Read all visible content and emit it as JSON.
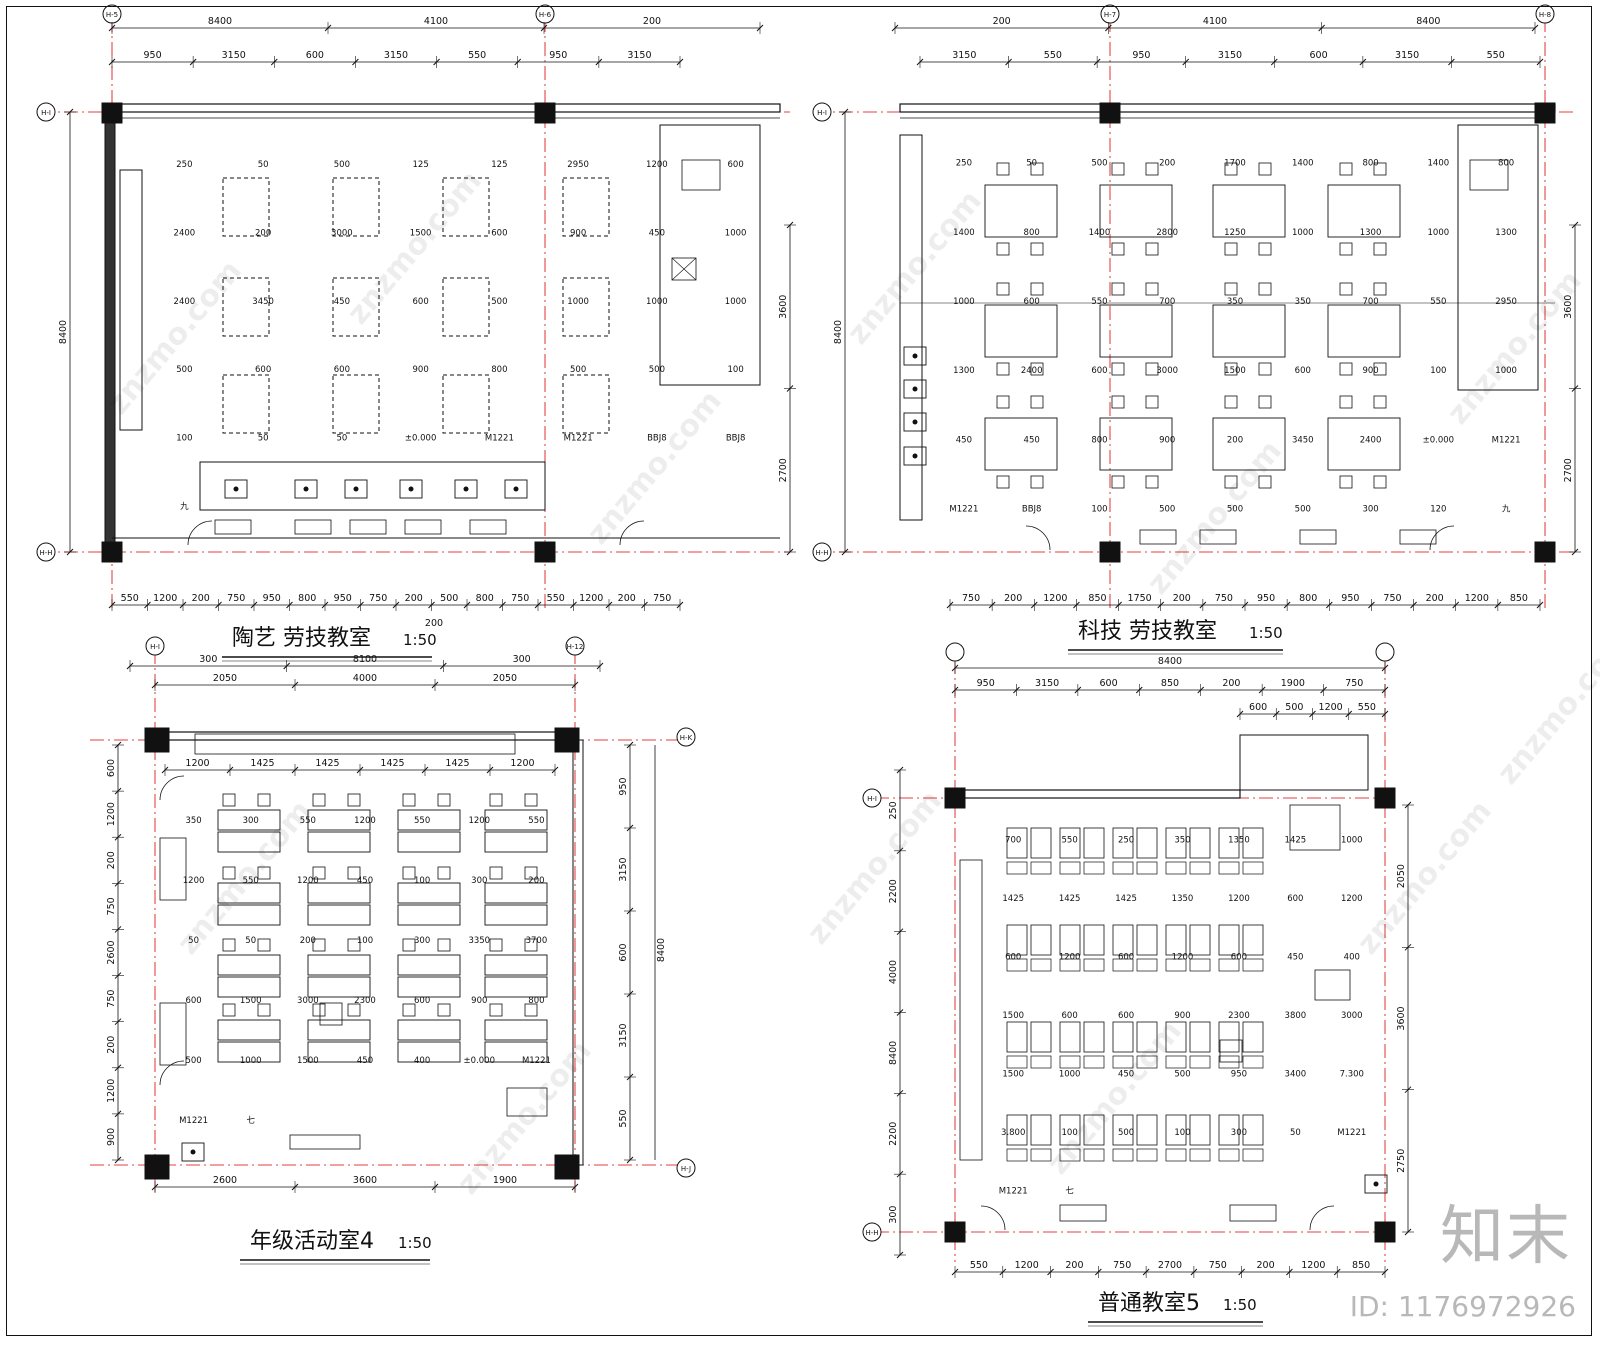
{
  "watermark_text": "znzmo.com",
  "brand_mark": "知末",
  "image_id": "ID: 1176972926",
  "plans": [
    {
      "key": "p1",
      "title": "陶艺 劳技教室",
      "scale": "1:50",
      "axes": [
        "H-5",
        "H-6",
        "H-I",
        "H-H"
      ],
      "dims_top1": [
        "8400",
        "4100",
        "200"
      ],
      "dims_top2": [
        "950",
        "3150",
        "600",
        "3150",
        "550",
        "950",
        "3150"
      ],
      "dims_bottom": [
        "550",
        "1200",
        "200",
        "750",
        "950",
        "800",
        "950",
        "750",
        "200",
        "500",
        "800",
        "750",
        "550",
        "1200",
        "200",
        "750"
      ],
      "dims_bottom_extra": [
        "200"
      ],
      "dims_left": [
        "8400"
      ],
      "dims_right": [
        "3600",
        "2700"
      ],
      "misc_labels": [
        "250",
        "50",
        "500",
        "125",
        "125",
        "2950",
        "1200",
        "600",
        "2400",
        "200",
        "3000",
        "1500",
        "600",
        "900",
        "450",
        "1000",
        "2400",
        "3450",
        "450",
        "600",
        "500",
        "1000",
        "1000",
        "1000",
        "500",
        "600",
        "600",
        "900",
        "800",
        "500",
        "500",
        "100",
        "100",
        "50",
        "50",
        "±0.000",
        "M1221",
        "M1221",
        "BBJ8",
        "BBJ8",
        "九"
      ]
    },
    {
      "key": "p2",
      "title": "科技 劳技教室",
      "scale": "1:50",
      "axes": [
        "H-7",
        "H-8",
        "H-I",
        "H-H"
      ],
      "dims_top1": [
        "200",
        "4100",
        "8400"
      ],
      "dims_top2": [
        "3150",
        "550",
        "950",
        "3150",
        "600",
        "3150",
        "550"
      ],
      "dims_bottom": [
        "750",
        "200",
        "1200",
        "850",
        "1750",
        "200",
        "750",
        "950",
        "800",
        "950",
        "750",
        "200",
        "1200",
        "850"
      ],
      "dims_left": [
        "8400"
      ],
      "dims_right": [
        "3600",
        "2700"
      ],
      "misc_labels": [
        "250",
        "50",
        "500",
        "200",
        "1700",
        "1400",
        "800",
        "1400",
        "800",
        "1400",
        "800",
        "1400",
        "2800",
        "1250",
        "1000",
        "1300",
        "1000",
        "1300",
        "1000",
        "600",
        "550",
        "700",
        "350",
        "350",
        "700",
        "550",
        "2950",
        "1300",
        "2400",
        "600",
        "3000",
        "1500",
        "600",
        "900",
        "100",
        "1000",
        "450",
        "450",
        "800",
        "900",
        "200",
        "3450",
        "2400",
        "±0.000",
        "M1221",
        "M1221",
        "BBJ8",
        "100",
        "500",
        "500",
        "500",
        "300",
        "120",
        "九"
      ]
    },
    {
      "key": "p3",
      "title": "年级活动室4",
      "scale": "1:50",
      "axes": [
        "H-I",
        "H-12",
        "H-K",
        "H-J"
      ],
      "dims_top1": [
        "300",
        "8100",
        "300"
      ],
      "dims_top2": [
        "2050",
        "4000",
        "2050"
      ],
      "dims_inner_top": [
        "1200",
        "1425",
        "1425",
        "1425",
        "1425",
        "1200"
      ],
      "dims_bottom": [
        "2600",
        "3600",
        "1900"
      ],
      "dims_left": [
        "600",
        "1200",
        "200",
        "750",
        "2600",
        "750",
        "200",
        "1200",
        "900"
      ],
      "dims_right": [
        "950",
        "3150",
        "600",
        "3150",
        "550",
        "8400"
      ],
      "misc_labels": [
        "350",
        "300",
        "550",
        "1200",
        "550",
        "1200",
        "550",
        "1200",
        "550",
        "1200",
        "450",
        "100",
        "300",
        "200",
        "50",
        "50",
        "200",
        "100",
        "300",
        "3350",
        "3700",
        "600",
        "1500",
        "3000",
        "2300",
        "600",
        "900",
        "800",
        "500",
        "1000",
        "1500",
        "450",
        "400",
        "±0.000",
        "M1221",
        "M1221",
        "七"
      ]
    },
    {
      "key": "p4",
      "title": "普通教室5",
      "scale": "1:50",
      "axes": [
        "H-I",
        "H-H"
      ],
      "dims_top1": [
        "8400"
      ],
      "dims_top2": [
        "950",
        "3150",
        "600",
        "850",
        "200",
        "1900",
        "750"
      ],
      "dims_top3": [
        "600",
        "500",
        "1200",
        "550"
      ],
      "dims_bottom": [
        "550",
        "1200",
        "200",
        "750",
        "2700",
        "750",
        "200",
        "1200",
        "850"
      ],
      "dims_left": [
        "250",
        "2200",
        "4000",
        "8400",
        "2200",
        "300"
      ],
      "dims_right": [
        "2050",
        "3600",
        "2750"
      ],
      "misc_labels": [
        "700",
        "550",
        "250",
        "350",
        "1350",
        "1425",
        "1000",
        "1425",
        "1425",
        "1425",
        "1350",
        "1200",
        "600",
        "1200",
        "600",
        "1200",
        "600",
        "1200",
        "600",
        "450",
        "400",
        "1500",
        "600",
        "600",
        "900",
        "2300",
        "3800",
        "3000",
        "1500",
        "1000",
        "450",
        "500",
        "950",
        "3400",
        "7.300",
        "3.800",
        "100",
        "500",
        "100",
        "300",
        "50",
        "M1221",
        "M1221",
        "七"
      ]
    }
  ]
}
